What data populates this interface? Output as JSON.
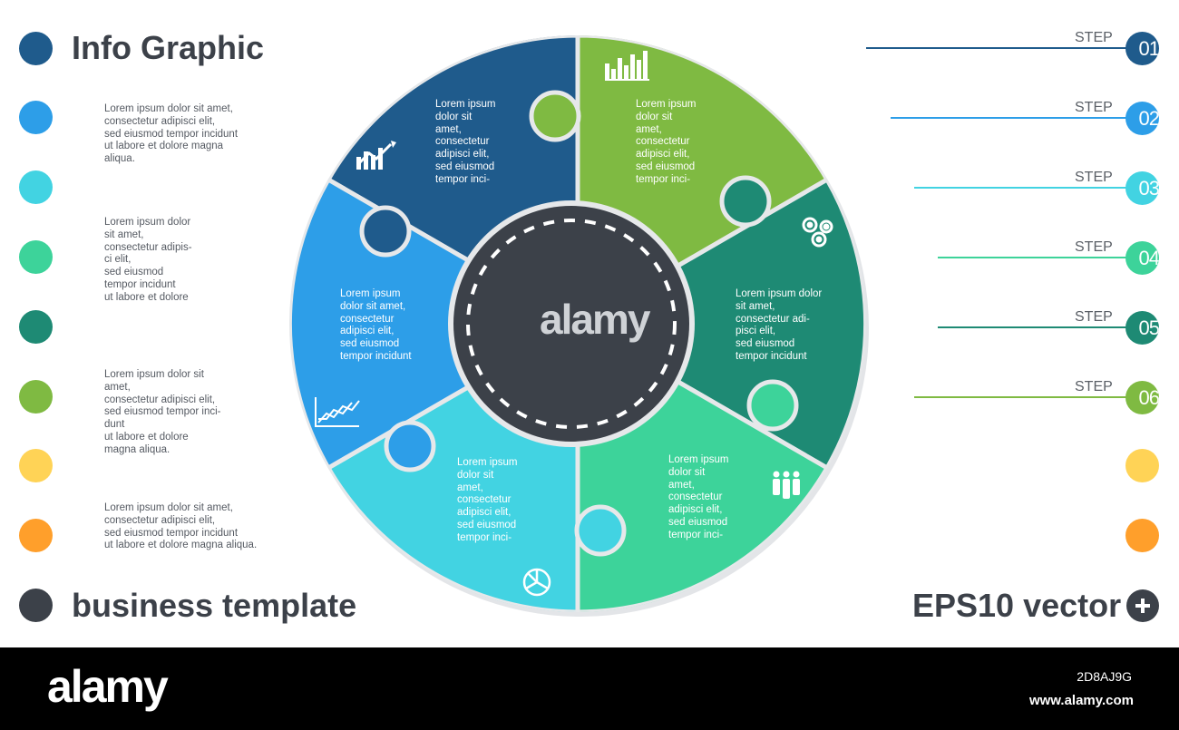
{
  "header": {
    "title": "Info Graphic",
    "subtitle": "business template",
    "vector_label": "EPS10 vector"
  },
  "colors": {
    "dark_blue": "#1f5b8c",
    "blue": "#2d9ee8",
    "cyan": "#42d3e2",
    "mint": "#3dd39a",
    "teal": "#1e8a74",
    "green": "#7fba42",
    "yellow": "#ffd356",
    "orange": "#ff9f2b",
    "dark": "#3c4149"
  },
  "left_texts": [
    "Lorem ipsum dolor sit amet,\nconsectetur adipisci elit,\nsed eiusmod tempor incidunt\nut labore et dolore magna\naliqua.",
    "Lorem ipsum dolor\nsit amet,\nconsectetur adipis-\nci elit,\nsed eiusmod\ntempor incidunt\nut labore et dolore",
    "Lorem ipsum dolor sit\namet,\nconsectetur adipisci elit,\nsed eiusmod tempor inci-\ndunt\nut labore et dolore\nmagna aliqua.",
    "Lorem ipsum dolor sit amet,\nconsectetur adipisci elit,\nsed eiusmod tempor incidunt\nut labore et dolore magna aliqua."
  ],
  "steps": [
    {
      "label": "STEP",
      "number": "01"
    },
    {
      "label": "STEP",
      "number": "02"
    },
    {
      "label": "STEP",
      "number": "03"
    },
    {
      "label": "STEP",
      "number": "04"
    },
    {
      "label": "STEP",
      "number": "05"
    },
    {
      "label": "STEP",
      "number": "06"
    }
  ],
  "segments": [
    {
      "text": "Lorem ipsum\ndolor sit\namet,\nconsectetur\nadipisci elit,\nsed eiusmod\ntempor inci-",
      "icon": "rising-chart-icon"
    },
    {
      "text": "Lorem ipsum\ndolor sit\namet,\nconsectetur\nadipisci elit,\nsed eiusmod\ntempor inci-",
      "icon": "bar-chart-icon"
    },
    {
      "text": "Lorem ipsum dolor\nsit amet,\nconsectetur adi-\npisci elit,\nsed eiusmod\ntempor incidunt",
      "icon": "gears-icon"
    },
    {
      "text": "Lorem ipsum\ndolor sit\namet,\nconsectetur\nadipisci elit,\nsed eiusmod\ntempor inci-",
      "icon": "people-icon"
    },
    {
      "text": "Lorem ipsum\ndolor sit\namet,\nconsectetur\nadipisci elit,\nsed eiusmod\ntempor inci-",
      "icon": "pie-chart-icon"
    },
    {
      "text": "Lorem ipsum\ndolor sit amet,\nconsectetur\nadipisci elit,\nsed eiusmod\ntempor incidunt",
      "icon": "line-graph-icon"
    }
  ],
  "watermark": "alamy",
  "footer": {
    "logo": "alamy",
    "image_id": "2D8AJ9G",
    "url": "www.alamy.com"
  }
}
